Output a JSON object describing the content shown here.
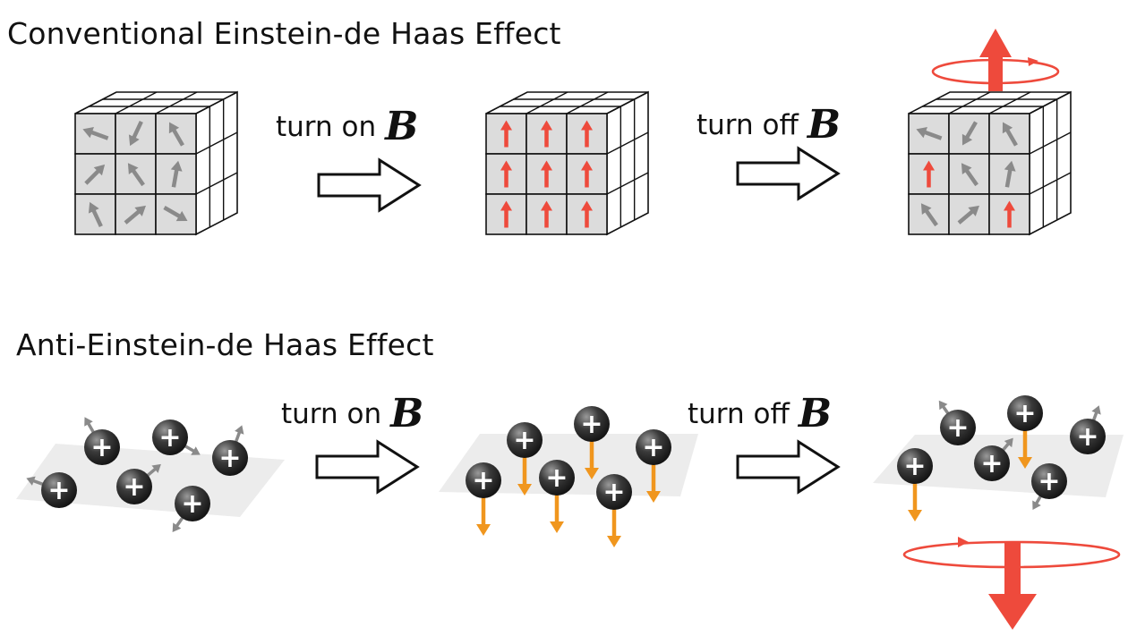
{
  "titles": {
    "conventional": "Conventional Einstein-de Haas Effect",
    "anti": "Anti-Einstein-de Haas Effect"
  },
  "steps": {
    "turn_on": "turn on",
    "turn_off": "turn off",
    "field_symbol": "B"
  },
  "charge_symbol": "+",
  "colors": {
    "random_spin": "#8a8a8a",
    "aligned_spin": "#ee4a3c",
    "orbital_moment": "#f0961e",
    "rotation": "#ee4a3c",
    "cube_face": "#dcdcdc",
    "ion": "#3a3a3a",
    "plane": "#ececec"
  },
  "icons": [
    "hollow-right-arrow-icon",
    "rotation-loop-icon",
    "ion-sphere-icon",
    "spin-arrow-icon"
  ]
}
